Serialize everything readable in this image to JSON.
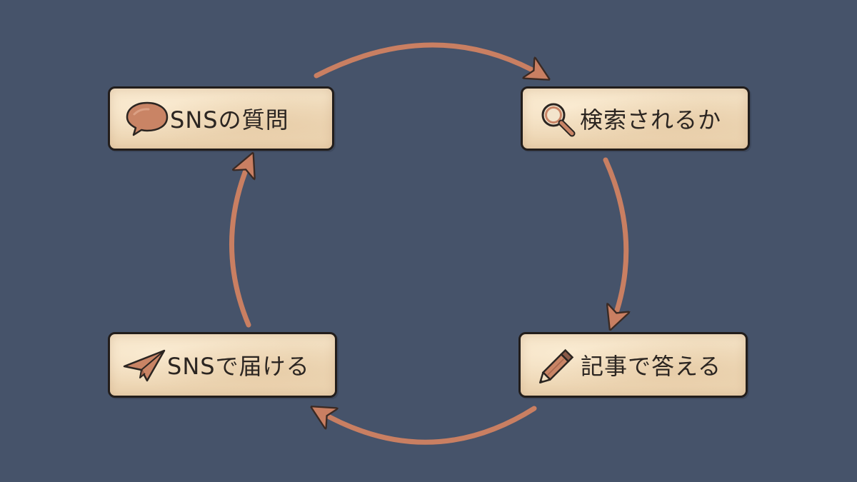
{
  "cycle": {
    "steps": [
      {
        "label": "SNSの質問",
        "icon": "speech-bubble-icon"
      },
      {
        "label": "検索されるか",
        "icon": "magnifier-icon"
      },
      {
        "label": "記事で答える",
        "icon": "pencil-icon"
      },
      {
        "label": "SNSで届ける",
        "icon": "paper-plane-icon"
      }
    ]
  },
  "colors": {
    "background": "#46536a",
    "card_fill": "#f0dcbc",
    "card_border": "#221d1b",
    "arrow": "#c97f62",
    "icon_fill": "#c98465",
    "text": "#2b2521"
  }
}
